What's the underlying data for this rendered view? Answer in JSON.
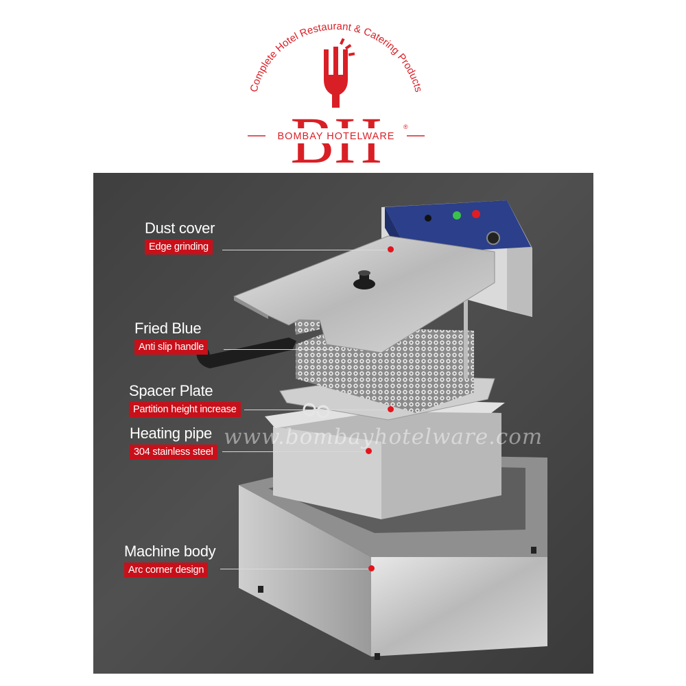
{
  "brand": {
    "arc_text": "Complete Hotel Restaurant & Catering Products",
    "monogram": "BH",
    "name": "BOMBAY HOTELWARE",
    "registered_mark": "®",
    "brand_color": "#d91f26"
  },
  "watermark": "www.bombayhotelware.com",
  "callouts": [
    {
      "title": "Dust cover",
      "subtitle": "Edge grinding"
    },
    {
      "title": "Fried Blue",
      "subtitle": "Anti slip handle"
    },
    {
      "title": "Spacer Plate",
      "subtitle": "Partition height increase"
    },
    {
      "title": "Heating pipe",
      "subtitle": "304 stainless steel"
    },
    {
      "title": "Machine body",
      "subtitle": "Arc corner design"
    }
  ],
  "colors": {
    "label_red": "#c8101a",
    "dot_red": "#e4141c",
    "panel_bg": "#474747"
  }
}
